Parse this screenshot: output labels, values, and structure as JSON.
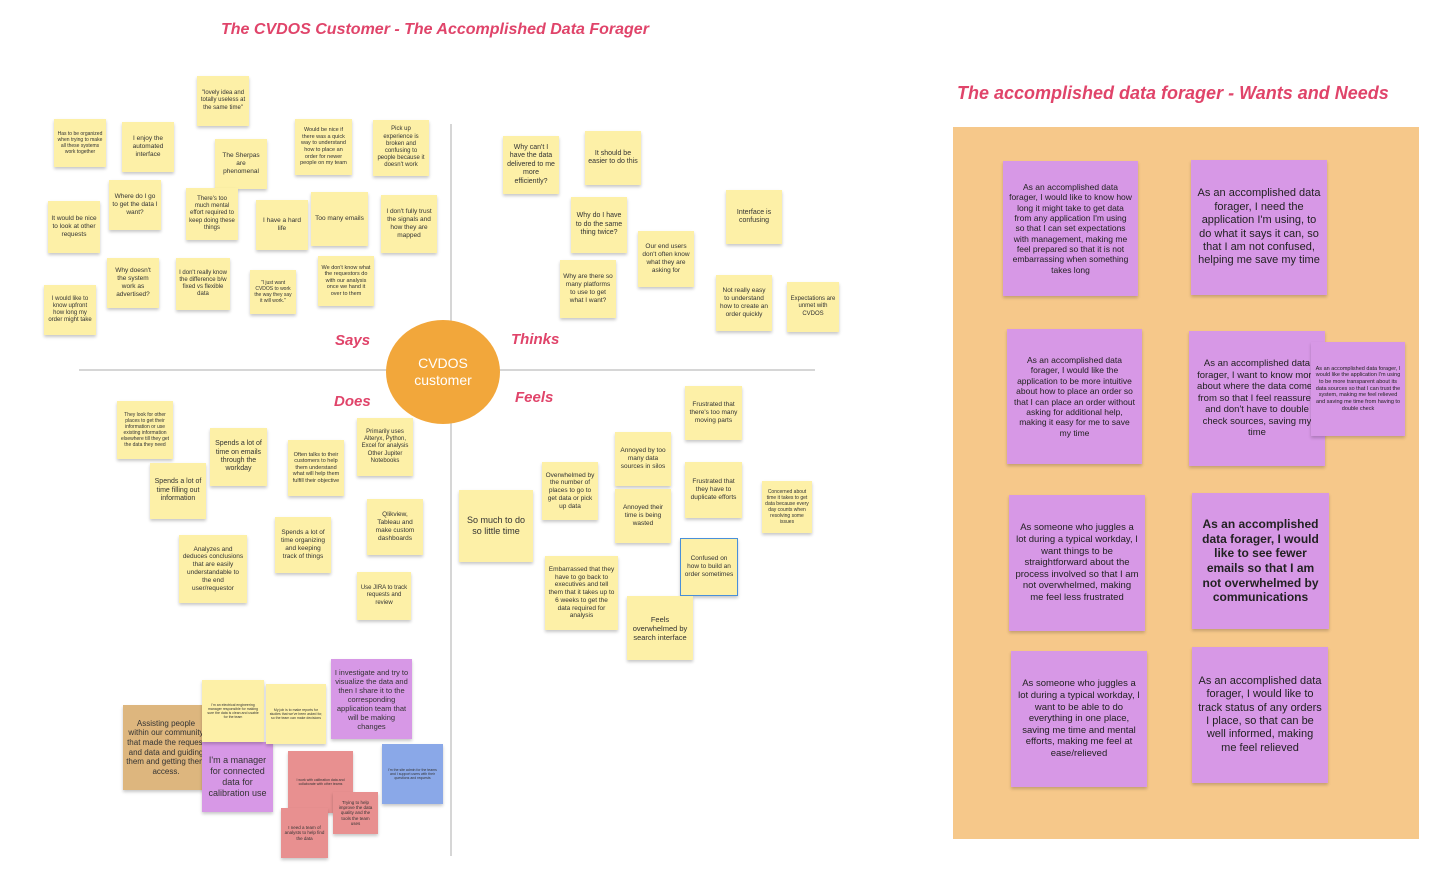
{
  "board": {
    "title": "The CVDOS Customer -  The Accomplished Data Forager",
    "center": "CVDOS customer",
    "quadrants": {
      "says": "Says",
      "thinks": "Thinks",
      "does": "Does",
      "feels": "Feels"
    }
  },
  "says": [
    "Has to be organized when trying to make all these systems work together",
    "I enjoy the automated interface",
    "\"lovely idea and totally useless at the same time\"",
    "The Sherpas are phenomenal",
    "Would be nice if there was a quick way to understand how to place an order for newer people on my team",
    "Pick up experience is broken and confusing to people because it doesn't work",
    "Where do I go to get the data I want?",
    "There's too much mental effort required to keep doing these things",
    "I have a hard life",
    "Too many emails",
    "I don't fully trust the signals and how they are mapped",
    "It would be nice to look at other requests",
    "Why doesn't the system work as advertised?",
    "I don't really know the difference b/w fixed vs flexible data",
    "\"I just want CVDOS to work the way they say it will work.\"",
    "We don't know what the requestors do with our analysis once we hand it over to them",
    "I would like to know upfront how long my order might take"
  ],
  "thinks": [
    "Why can't I have the data delivered to me more efficiently?",
    "It should be easier to do this",
    "Why do I have to do the same thing twice?",
    "Interface is confusing",
    "Our end users don't often know what they are asking for",
    "Why are there so many platforms to use to get what I want?",
    "Not really easy to understand how to create an order quickly",
    "Expectations are unmet with CVDOS"
  ],
  "does": [
    "They look for other places to get their information or use existing information elsewhere till they get the data they need",
    "Spends a lot of time on emails through the workday",
    "Often talks to their customers to help them understand what will help them fulfill their objective",
    "Primarily uses Alteryx, Python, Excel for analysis Other Jupiter Notebooks",
    "Spends a lot of time filling out information",
    "Qlikview, Tableau and make custom dashboards",
    "Analyzes and deduces conclusions that are easily understandable to the end user/requestor",
    "Spends a lot of time organizing and keeping track of things",
    "Use JIRA to track requests and review"
  ],
  "feels": [
    "Frustrated that there's too many moving parts",
    "Annoyed by too many data sources in silos",
    "Frustrated that they have to duplicate efforts",
    "Overwhelmed by the number of places to go to get data or pick up data",
    "Annoyed their time is being wasted",
    "Concerned about time it takes to get data because every day counts when resolving some issues",
    "So much to do so little time",
    "Confused on how to build an order sometimes",
    "Embarrassed that they have to go back to executives and tell them that it takes up to 6 weeks to get the data required for analysis",
    "Feels overwhelmed by search interface"
  ],
  "extra": [
    "Assisting people within our community that made the request and data and guiding them and getting them access.",
    "I'm a manager for connected data for calibration use",
    "I investigate and try to visualize the data and then I share it to the corresponding application team that will be making changes",
    "I'm an electrical engineering manager responsible for making sure the data is clean and usable for the team",
    "My job is to make reports for studies that we've been asked for, so the team can make decisions",
    "I'm the site admin for the teams and I support users with their questions and requests",
    "I work with calibration data and collaborate with other teams",
    "I need a team of analysts to help find the data",
    "Trying to help improve the data quality and the tools the team uses"
  ],
  "wants": {
    "title": "The accomplished data forager - Wants and Needs",
    "notes": [
      "As an accomplished data forager, I would like to know how long it might take to get data from any application I'm using so that I can set expectations with management, making me feel prepared so that it is not embarrassing when something takes long",
      "As an accomplished data forager, I need the application I'm using, to do what it says it can, so that I am not confused, helping me save my time",
      "As an accomplished data forager, I would like the application to be more intuitive about how to place an order so that I can place an order without asking for additional help, making it easy for me to save my time",
      "As an accomplished data forager, I want to know more about where the data comes from so that I feel reassured and don't have to double check sources, saving my time",
      "As an accomplished data forager, I would like the application I'm using to be more transparent about its data sources so that I can trust the system, making me feel relieved and saving me time from having to double check",
      "As someone who juggles a lot during a typical workday, I want things to be straightforward about the process involved so that I am not overwhelmed, making me feel less frustrated",
      "As an accomplished data forager, I would like to see fewer emails so that I am not overwhelmed by communications",
      "As someone who juggles a lot during a typical workday, I want to be able to do everything in one place, saving me time and mental efforts, making me feel at ease/relieved",
      "As an accomplished data forager, I would like to track status of any orders I place, so that  can be well informed, making me feel relieved"
    ]
  },
  "colors": {
    "title": "#e0446a",
    "sticky_yellow": "#fdf0a7",
    "center_circle": "#f2a73b",
    "panel": "#f6c88a",
    "sticky_purple": "#d798e6",
    "sticky_salmon": "#e89090",
    "sticky_blue": "#8aa8e8",
    "sticky_tan": "#ddb67e"
  }
}
